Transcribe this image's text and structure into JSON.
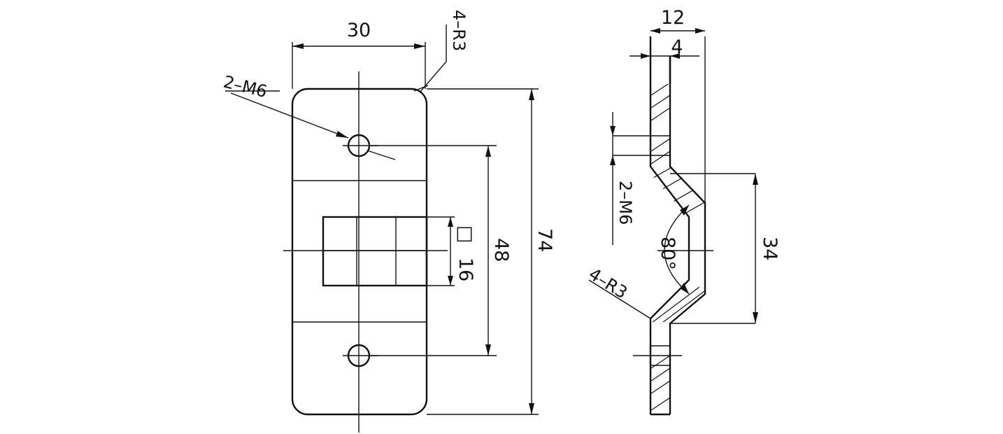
{
  "front_view": {
    "width_dim": "30",
    "corner_radius_note": "4–R3",
    "thread_note": "2–M6",
    "square_size_symbol": "□",
    "square_size_value": "16",
    "hole_spacing_dim": "48",
    "overall_length_dim": "74"
  },
  "side_view": {
    "depth_dim": "12",
    "thickness_dim": "4",
    "thread_note": "2–M6",
    "angle_dim": "80°",
    "corner_radius_note": "4–R3",
    "offset_dim": "34"
  },
  "colors": {
    "line": "#111111",
    "background": "#ffffff"
  }
}
